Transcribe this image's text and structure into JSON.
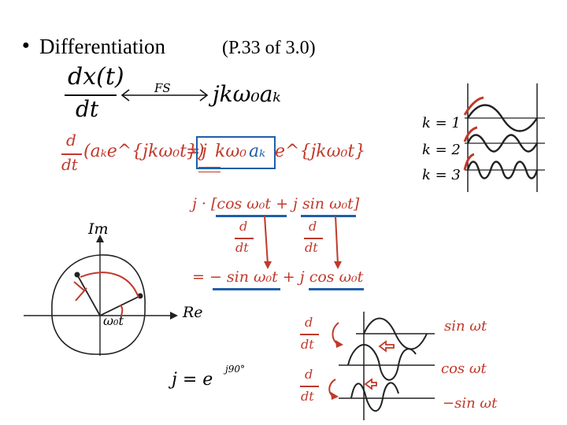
{
  "header": {
    "bullet": "●",
    "title": "Differentiation",
    "page_ref": "(P.33 of 3.0)"
  },
  "fs_pair": {
    "lhs_num": "dx(t)",
    "lhs_den": "dt",
    "arrow_label": "FS",
    "rhs": "jkω₀aₖ"
  },
  "derivative_eq": {
    "d": "d",
    "dt": "dt",
    "term": "(aₖe^{jkω₀t})",
    "equals": "=",
    "boxed_j": "j",
    "boxed_kw0": "kω₀",
    "boxed_ak": "aₖ",
    "tail": "e^{jkω₀t}"
  },
  "harmonics": {
    "labels": [
      "k = 1",
      "k = 2",
      "k = 3"
    ]
  },
  "expansion": {
    "prefix": "j · [cos ω₀t + j sin ω₀t]",
    "d1": "d",
    "dt1": "dt",
    "d2": "d",
    "dt2": "dt",
    "result": "= − sin ω₀t + j cos ω₀t"
  },
  "phasor": {
    "im_label": "Im",
    "re_label": "Re",
    "angle_label": "ω₀t",
    "j_eq": "j = e",
    "j_exp": "j90°"
  },
  "waves": {
    "labels": [
      "sin ωt",
      "cos ωt",
      "−sin ωt"
    ],
    "d_top": "d",
    "dt_top": "dt",
    "d_bottom": "d",
    "dt_bottom": "dt"
  },
  "colors": {
    "red": "#c0392b",
    "blue": "#1f5fa8",
    "black": "#111111"
  }
}
